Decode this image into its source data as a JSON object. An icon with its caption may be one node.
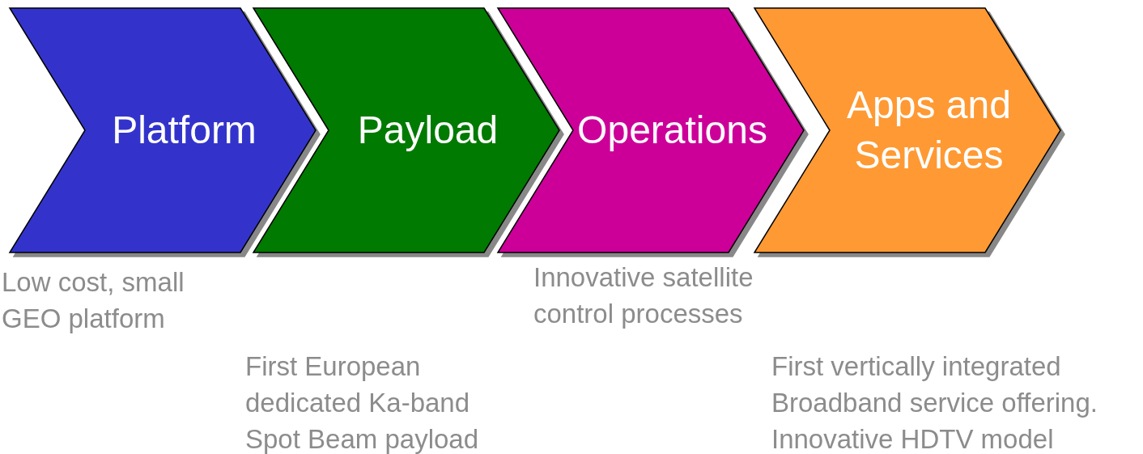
{
  "diagram": {
    "nodes": [
      {
        "text": [
          "Platform"
        ],
        "beside": [
          "Low cost, small GEO platform"
        ]
      },
      {
        "text": [
          "Payload"
        ],
        "beside": [
          "First European dedicated Ka-band Spot Beam payload"
        ]
      },
      {
        "text": [
          "Operations"
        ],
        "beside": [
          "Innovative satellite control processes"
        ]
      },
      {
        "text": [
          "Apps and Services"
        ],
        "beside": [
          "First vertically integrated Broadband service offering. Innovative HDTV model"
        ]
      }
    ]
  }
}
